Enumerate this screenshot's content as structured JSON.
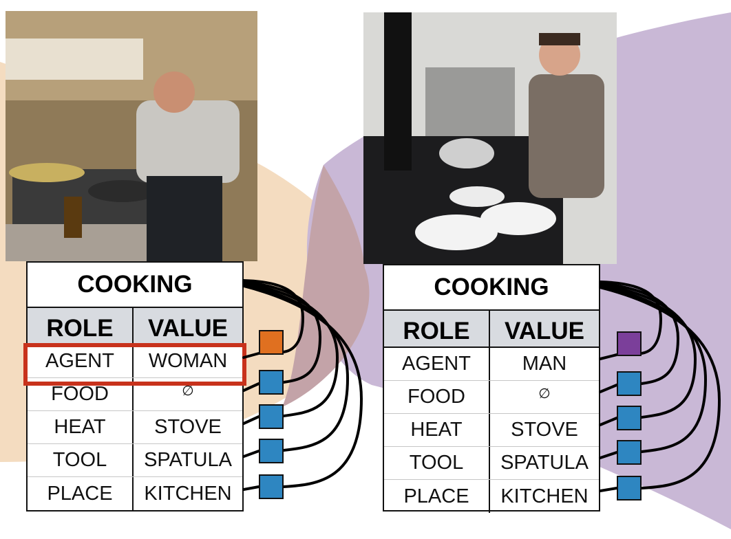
{
  "colors": {
    "left_blob": "#f4dcc0",
    "right_blob": "#c9b8d6",
    "overlap": "#c3a3a8",
    "orange_square": "#e07020",
    "purple_square": "#7b3f9a",
    "blue_square": "#2e86c1",
    "highlight": "#c8321c",
    "header_bg": "#d8dbe0"
  },
  "left_frame": {
    "verb": "COOKING",
    "headers": [
      "ROLE",
      "VALUE"
    ],
    "rows": [
      {
        "role": "AGENT",
        "value": "WOMAN"
      },
      {
        "role": "FOOD",
        "value": "∅"
      },
      {
        "role": "HEAT",
        "value": "STOVE"
      },
      {
        "role": "TOOL",
        "value": "SPATULA"
      },
      {
        "role": "PLACE",
        "value": "KITCHEN"
      }
    ]
  },
  "right_frame": {
    "verb": "COOKING",
    "headers": [
      "ROLE",
      "VALUE"
    ],
    "rows": [
      {
        "role": "AGENT",
        "value": "MAN"
      },
      {
        "role": "FOOD",
        "value": "∅"
      },
      {
        "role": "HEAT",
        "value": "STOVE"
      },
      {
        "role": "TOOL",
        "value": "SPATULA"
      },
      {
        "role": "PLACE",
        "value": "KITCHEN"
      }
    ]
  }
}
